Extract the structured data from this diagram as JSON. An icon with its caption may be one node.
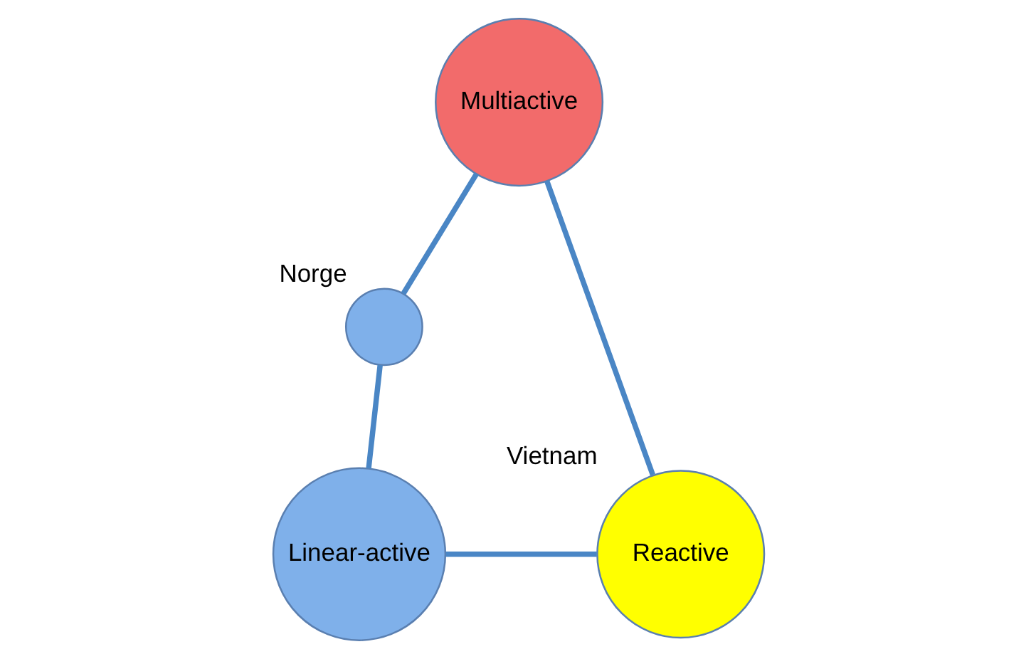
{
  "diagram": {
    "nodes": [
      {
        "text": [
          "Multiactive"
        ]
      },
      {
        "text": [],
        "shape": "circle",
        "beside": [
          "Norge"
        ]
      },
      {
        "text": [
          "Linear-active"
        ]
      },
      {
        "text": [
          "Reactive"
        ],
        "beside": [
          "Vietnam"
        ]
      }
    ],
    "edges": [
      {
        "from": 0,
        "to": 1,
        "arrow": "none"
      },
      {
        "from": 1,
        "to": 2,
        "arrow": "none"
      },
      {
        "from": 2,
        "to": 3,
        "arrow": "none"
      },
      {
        "from": 0,
        "to": 3,
        "arrow": "none"
      }
    ]
  }
}
